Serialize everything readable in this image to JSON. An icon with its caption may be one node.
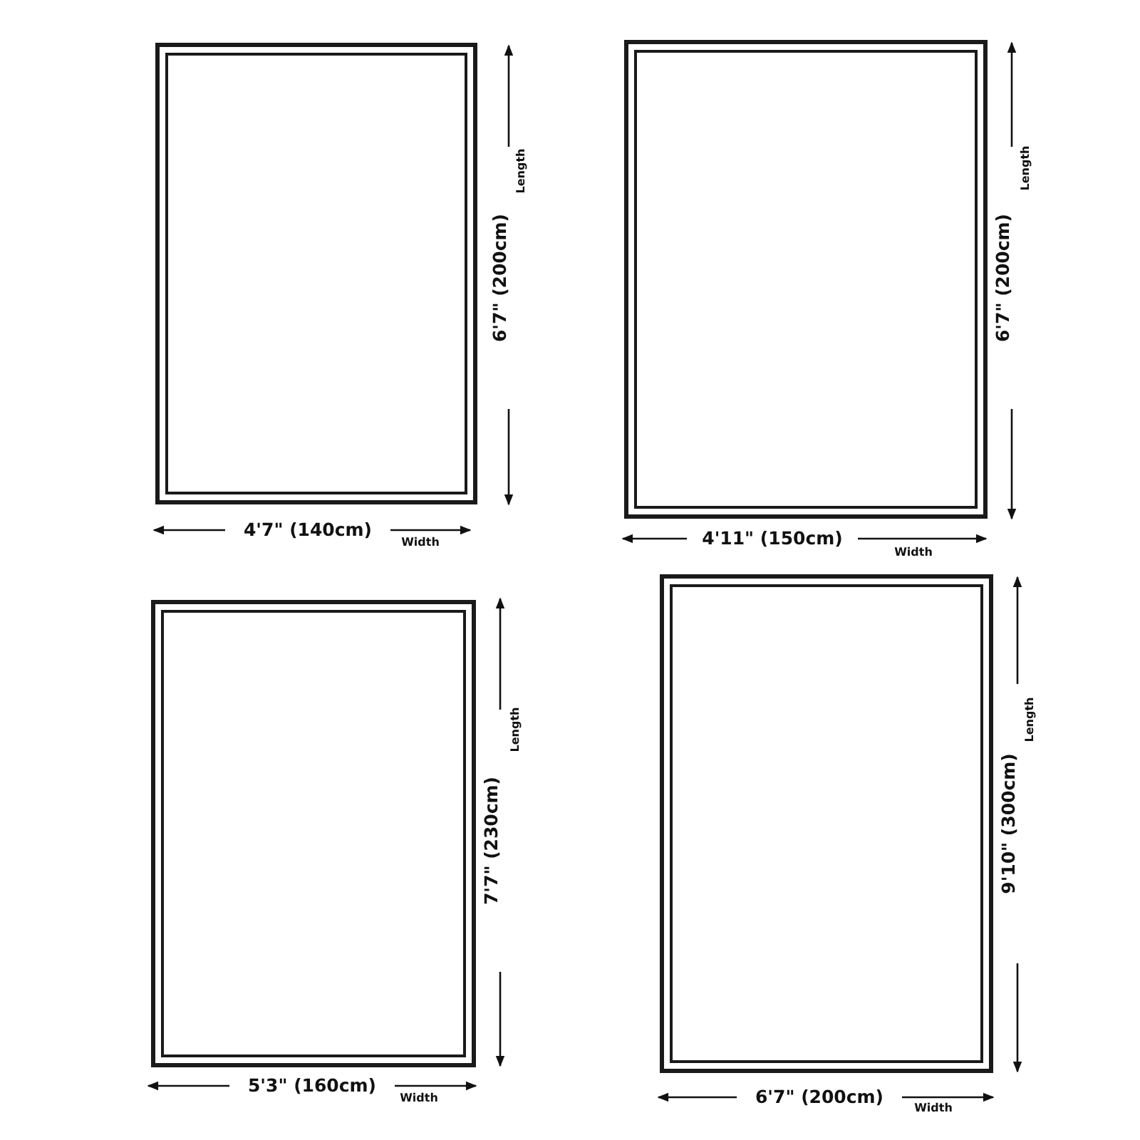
{
  "diagram": {
    "nodes": [
      {
        "text": [],
        "shape": "box"
      },
      {
        "text": [],
        "shape": "box"
      },
      {
        "text": [],
        "shape": "box"
      },
      {
        "text": [],
        "shape": "box"
      }
    ],
    "labels": [
      "Length",
      "6'7\" (200cm)",
      "4'7\" (140cm)",
      "Width",
      "Length",
      "6'7\" (200cm)",
      "4'11\" (150cm)",
      "Width",
      "Length",
      "7'7\" (230cm)",
      "5'3\" (160cm)",
      "Width",
      "Length",
      "9'10\" (300cm)",
      "6'7\" (200cm)",
      "Width"
    ]
  }
}
